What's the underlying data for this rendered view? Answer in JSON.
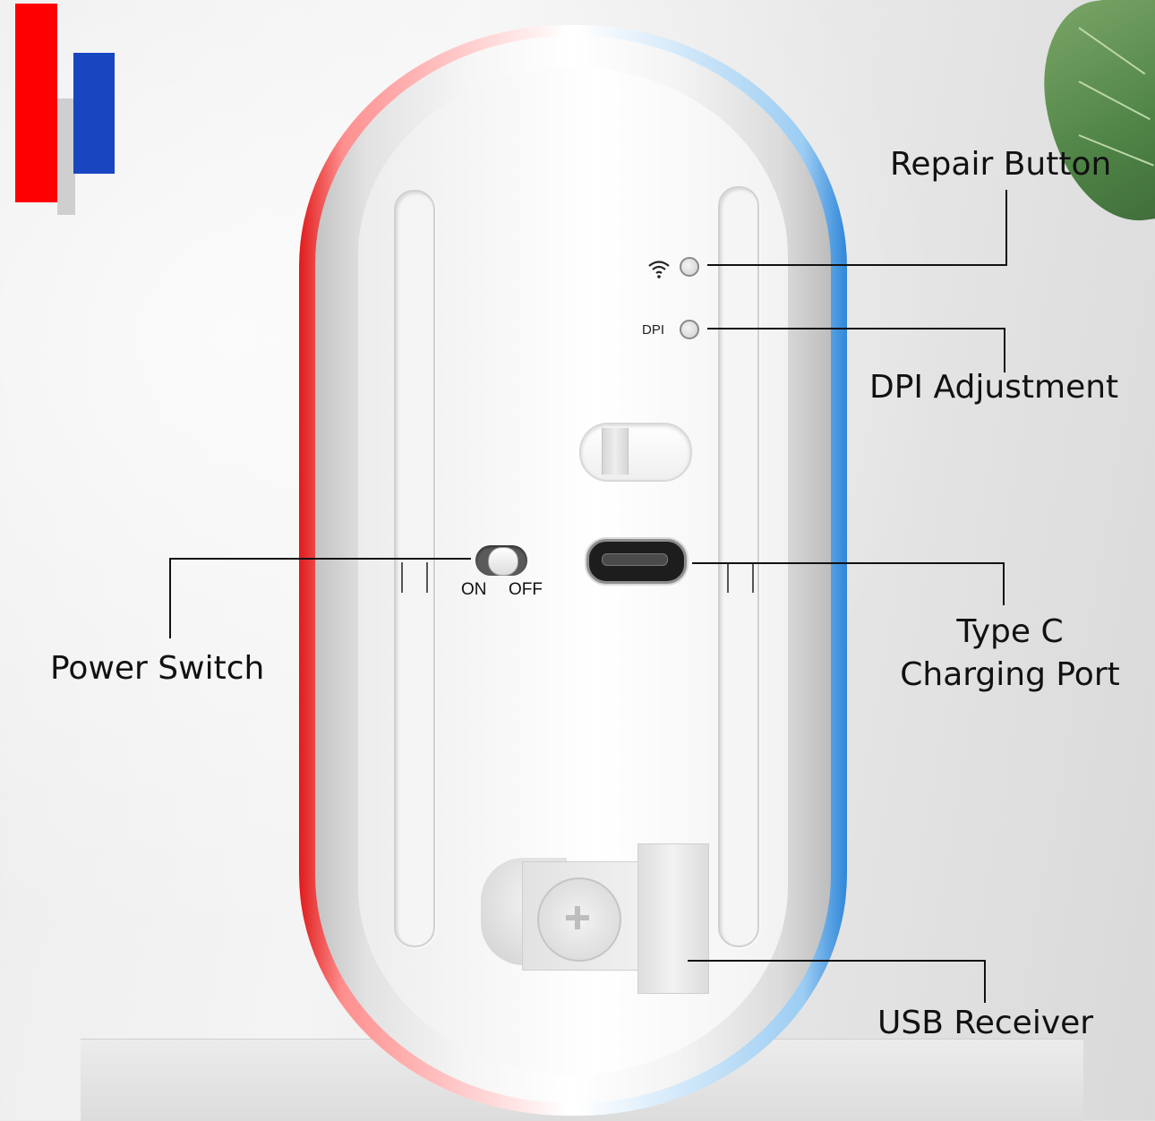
{
  "brand": {
    "logo_colors": [
      "#ff0000",
      "#cfcfcf",
      "#1746c0"
    ]
  },
  "mouse": {
    "rim_colors": [
      "#e01b1b",
      "#ffffff",
      "#2f86d9"
    ],
    "led_labels": {
      "wifi_icon": "wifi-icon",
      "dpi": "DPI"
    },
    "switch": {
      "on_label": "ON",
      "off_label": "OFF"
    }
  },
  "callouts": {
    "repair_button": "Repair Button",
    "dpi_adjustment": "DPI Adjustment",
    "power_switch": "Power Switch",
    "type_c_line1": "Type C",
    "type_c_line2": "Charging Port",
    "usb_receiver": "USB Receiver"
  }
}
